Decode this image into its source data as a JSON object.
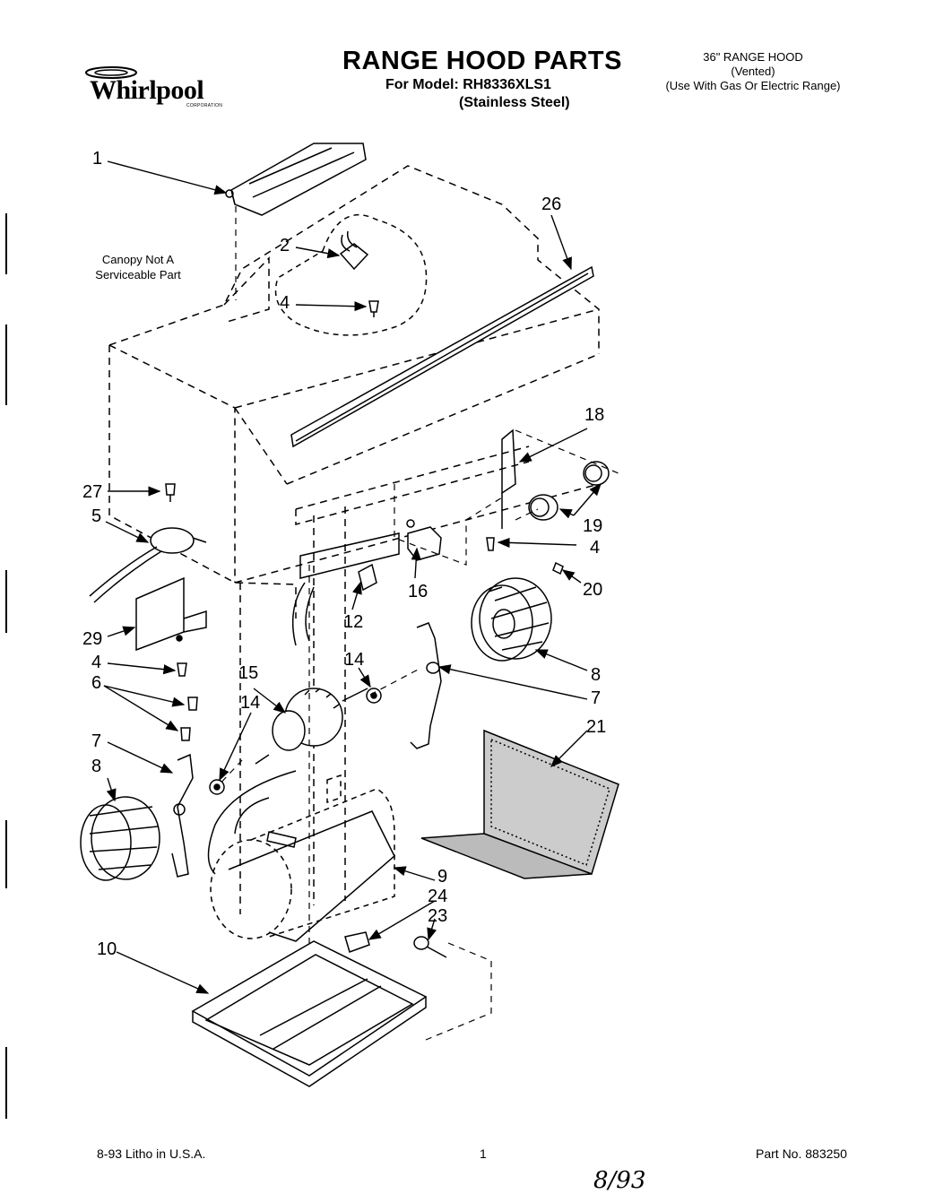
{
  "header": {
    "brand": "Whirlpool",
    "brand_sub": "CORPORATION",
    "title": "RANGE HOOD PARTS",
    "model_line": "For Model: RH8336XLS1",
    "finish_line": "(Stainless Steel)",
    "product_size": "36\" RANGE HOOD",
    "product_type": "(Vented)",
    "product_use": "(Use With Gas Or Electric Range)"
  },
  "notes": {
    "canopy": "Canopy Not A Serviceable Part"
  },
  "callouts": {
    "c1": "1",
    "c2": "2",
    "c4a": "4",
    "c26": "26",
    "c18": "18",
    "c27": "27",
    "c5": "5",
    "c19": "19",
    "c4b": "4",
    "c20": "20",
    "c16": "16",
    "c12": "12",
    "c29": "29",
    "c8a": "8",
    "c4c": "4",
    "c15": "15",
    "c14a": "14",
    "c14b": "14",
    "c6": "6",
    "c7a": "7",
    "c7b": "7",
    "c21": "21",
    "c8b": "8",
    "c9": "9",
    "c24": "24",
    "c23": "23",
    "c10": "10"
  },
  "footer": {
    "litho": "8-93 Litho in U.S.A.",
    "page": "1",
    "part_no": "Part No. 883250",
    "handwritten_date": "8/93"
  }
}
